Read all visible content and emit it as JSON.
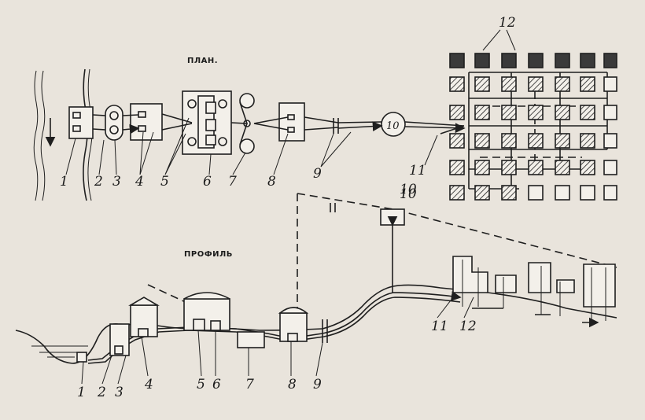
{
  "plan": {
    "title": "ПЛАН.",
    "labels": [
      "1",
      "2",
      "3",
      "4",
      "5",
      "6",
      "7",
      "8",
      "9",
      "10",
      "11",
      "12"
    ]
  },
  "profile": {
    "title": "ПРОФИЛЬ",
    "labels": [
      "1",
      "2",
      "3",
      "4",
      "5",
      "6",
      "7",
      "8",
      "9",
      "10",
      "11",
      "12"
    ]
  },
  "colors": {
    "ink": "#1f1f1f",
    "paper": "#e9e4dc"
  }
}
